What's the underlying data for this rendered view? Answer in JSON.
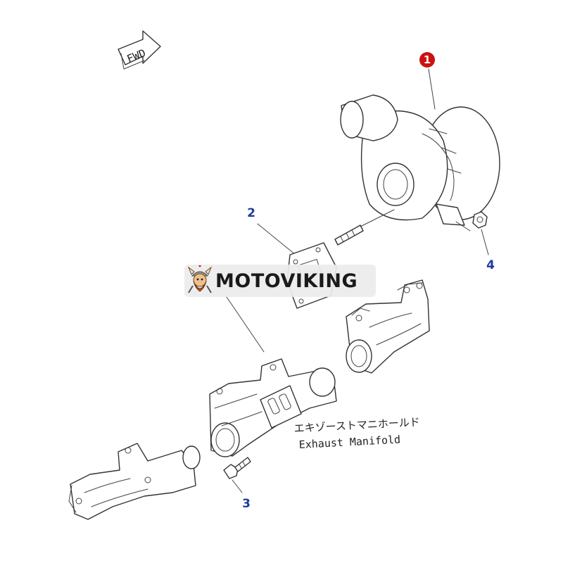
{
  "diagram": {
    "fwd_label": "FWD",
    "callouts": [
      "1",
      "2",
      "3",
      "4"
    ],
    "part_label_jp": "エキゾーストマニホールド",
    "part_label_en": "Exhaust Manifold",
    "highlight_color": "#cc1111",
    "callout_color": "#1e3a9e"
  },
  "watermark": {
    "text": "MOTOVIKING"
  }
}
